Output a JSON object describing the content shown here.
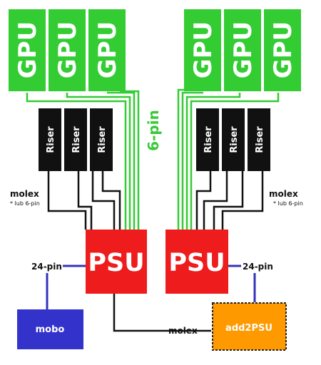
{
  "colors": {
    "gpu": "#33cc33",
    "riser": "#111111",
    "psu": "#ee1c1c",
    "mobo": "#3333cc",
    "add2psu": "#ff9900",
    "cable_green": "#33cc33",
    "cable_black": "#111111",
    "cable_blue": "#3333bb"
  },
  "gpus": {
    "left": [
      "GPU",
      "GPU",
      "GPU"
    ],
    "right": [
      "GPU",
      "GPU",
      "GPU"
    ]
  },
  "risers": {
    "left": [
      "Riser",
      "Riser",
      "Riser"
    ],
    "right": [
      "Riser",
      "Riser",
      "Riser"
    ]
  },
  "psus": {
    "left": "PSU",
    "right": "PSU"
  },
  "labels": {
    "six_pin": "6-pin",
    "molex_left": "molex",
    "molex_left_sub": "* lub 6-pin",
    "molex_right": "molex",
    "molex_right_sub": "* lub 6-pin",
    "pin24_left": "24-pin",
    "pin24_right": "24-pin",
    "molex_bottom": "molex"
  },
  "boxes": {
    "mobo": "mobo",
    "add2psu": "add2PSU"
  }
}
